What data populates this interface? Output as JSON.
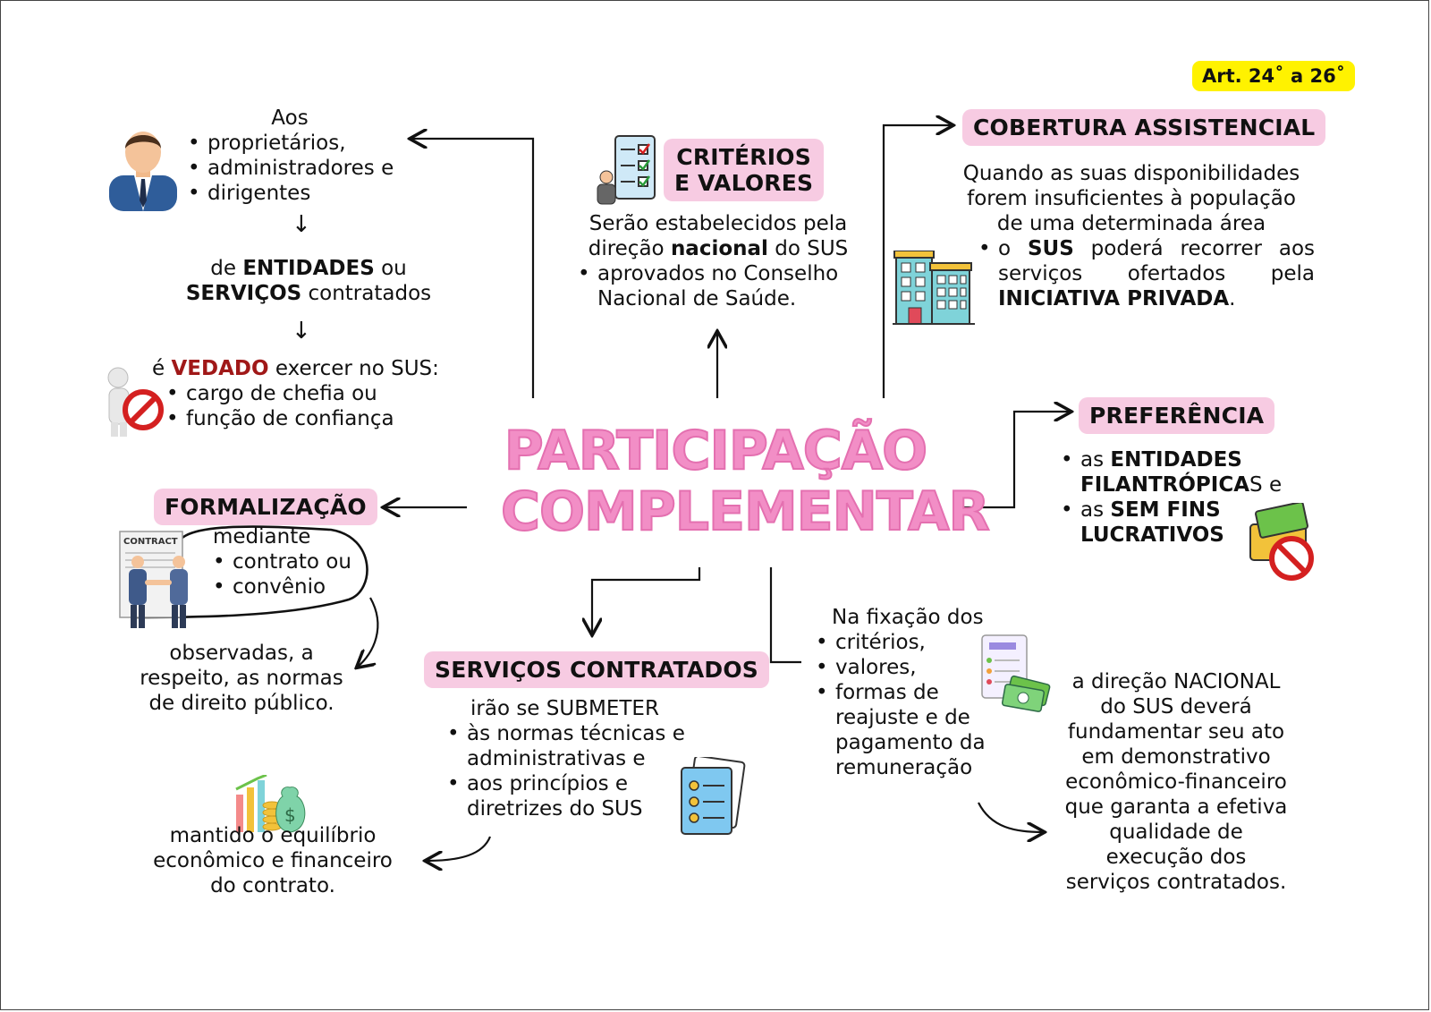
{
  "badge": "Art. 24˚ a 26˚",
  "center": {
    "line1": "PARTICIPAÇÃO",
    "line2": "COMPLEMENTAR"
  },
  "topleft": {
    "intro": "Aos",
    "items": [
      "proprietários,",
      "administradores e",
      "dirigentes"
    ],
    "arrow": "↓",
    "ent_pre": "de ",
    "ent_b1": "ENTIDADES",
    "ent_mid": " ou",
    "ent_b2": "SERVIÇOS",
    "ent_post": " contratados",
    "arrow2": "↓",
    "ved_pre": "é ",
    "ved_red": "VEDADO",
    "ved_post": " exercer no SUS:",
    "ved_items": [
      "cargo de chefia ou",
      "função de confiança"
    ]
  },
  "criterios": {
    "title_l1": "CRITÉRIOS",
    "title_l2": "E VALORES",
    "l1": "Serão estabelecidos pela",
    "l2_pre": "direção ",
    "l2_b": "nacional",
    "l2_post": " do SUS",
    "items": [
      "aprovados no Conselho Nacional de Saúde."
    ]
  },
  "cobertura": {
    "title": "COBERTURA ASSISTENCIAL",
    "l1": "Quando as suas disponibilidades",
    "l2": "forem insuficientes à população",
    "l3": "de uma determinada área",
    "b_pre": "o ",
    "b_sus": "SUS",
    "b_mid": " poderá recorrer aos serviços ofertados pela ",
    "b_priv": "INICIATIVA PRIVADA",
    "b_end": "."
  },
  "preferencia": {
    "title": "PREFERÊNCIA",
    "i1_pre": "as ",
    "i1_b": "ENTIDADES FILANTRÓPICA",
    "i1_post": "S e",
    "i2_pre": "as ",
    "i2_b": "SEM FINS LUCRATIVOS"
  },
  "formalizacao": {
    "title": "FORMALIZAÇÃO",
    "contract_label": "CONTRACT",
    "intro": "mediante",
    "items": [
      "contrato ou",
      "convênio"
    ],
    "obs": [
      "observadas, a",
      "respeito, as normas",
      "de direito público."
    ]
  },
  "equilibrio": [
    "mantido o equilíbrio",
    "econômico e financeiro",
    "do contrato."
  ],
  "servicos": {
    "title": "SERVIÇOS CONTRATADOS",
    "intro": "irão se SUBMETER",
    "items": [
      "às normas técnicas e administrativas e",
      "aos princípios e diretrizes do SUS"
    ]
  },
  "fixacao": {
    "intro": "Na fixação dos",
    "items": [
      "critérios,",
      "valores,",
      "formas de reajuste e de pagamento da remuneração"
    ],
    "result": [
      "a direção NACIONAL",
      "do SUS deverá",
      "fundamentar seu ato",
      "em demonstrativo",
      "econômico-financeiro",
      "que garanta a efetiva",
      "qualidade de",
      "execução dos",
      "serviços contratados."
    ]
  },
  "colors": {
    "pink": "#f7cbe2",
    "title_pink": "#f28ec6",
    "yellow": "#fff200",
    "red": "#a01818"
  }
}
